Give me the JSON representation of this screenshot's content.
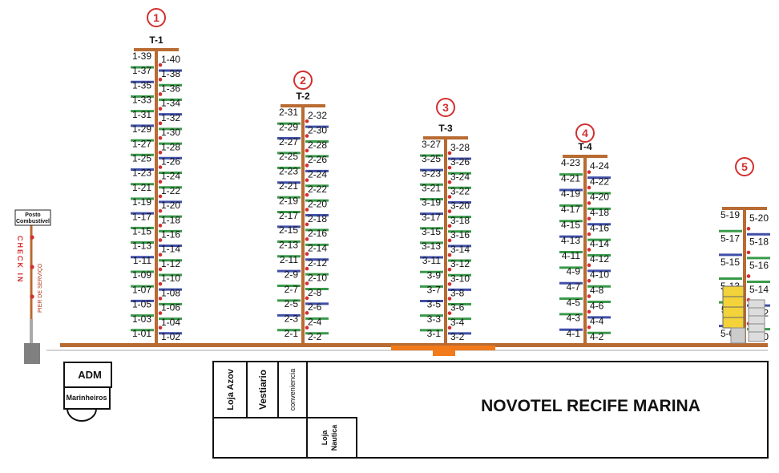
{
  "colors": {
    "pier": "#b86b33",
    "dot": "#d32f2f",
    "slip_green": "#3a9a4a",
    "slip_blue": "#3f4fa8",
    "accent_orange": "#f27a1a",
    "box_yellow": "#f3d23a"
  },
  "piers": [
    {
      "number": "1",
      "title": "T-1",
      "left": [
        "1-39",
        "1-37",
        "1-35",
        "1-33",
        "1-31",
        "1-29",
        "1-27",
        "1-25",
        "1-23",
        "1-21",
        "1-19",
        "1-17",
        "1-15",
        "1-13",
        "1-11",
        "1-09",
        "1-07",
        "1-05",
        "1-03",
        "1-01"
      ],
      "right": [
        "1-40",
        "1-38",
        "1-36",
        "1-34",
        "1-32",
        "1-30",
        "1-28",
        "1-26",
        "1-24",
        "1-22",
        "1-20",
        "1-18",
        "1-16",
        "1-14",
        "1-12",
        "1-10",
        "1-08",
        "1-06",
        "1-04",
        "1-02"
      ]
    },
    {
      "number": "2",
      "title": "T-2",
      "left": [
        "2-31",
        "2-29",
        "2-27",
        "2-25",
        "2-23",
        "2-21",
        "2-19",
        "2-17",
        "2-15",
        "2-13",
        "2-11",
        "2-9",
        "2-7",
        "2-5",
        "2-3",
        "2-1"
      ],
      "right": [
        "2-32",
        "2-30",
        "2-28",
        "2-26",
        "2-24",
        "2-22",
        "2-20",
        "2-18",
        "2-16",
        "2-14",
        "2-12",
        "2-10",
        "2-8",
        "2-6",
        "2-4",
        "2-2"
      ]
    },
    {
      "number": "3",
      "title": "T-3",
      "left": [
        "3-27",
        "3-25",
        "3-23",
        "3-21",
        "3-19",
        "3-17",
        "3-15",
        "3-13",
        "3-11",
        "3-9",
        "3-7",
        "3-5",
        "3-3",
        "3-1"
      ],
      "right": [
        "3-28",
        "3-26",
        "3-24",
        "3-22",
        "3-20",
        "3-18",
        "3-16",
        "3-14",
        "3-12",
        "3-10",
        "3-8",
        "3-6",
        "3-4",
        "3-2"
      ]
    },
    {
      "number": "4",
      "title": "T-4",
      "left": [
        "4-23",
        "4-21",
        "4-19",
        "4-17",
        "4-15",
        "4-13",
        "4-11",
        "4-9",
        "4-7",
        "4-5",
        "4-3",
        "4-1"
      ],
      "right": [
        "4-24",
        "4-22",
        "4-20",
        "4-18",
        "4-16",
        "4-14",
        "4-12",
        "4-10",
        "4-8",
        "4-6",
        "4-4",
        "4-2"
      ]
    },
    {
      "number": "5",
      "title": "",
      "left": [
        "5-19",
        "5-17",
        "5-15",
        "5-13",
        "5-11",
        "5-09"
      ],
      "right": [
        "5-20",
        "5-18",
        "5-16",
        "5-14",
        "5-12",
        "5-10"
      ]
    }
  ],
  "fuel_dock": {
    "sign_line1": "Posto",
    "sign_line2": "Combustível",
    "check_in": "CHECK IN",
    "pier_label": "PIER DE SERVIÇO"
  },
  "buildings": {
    "adm": "ADM",
    "marinheiros": "Marinheiros",
    "loja_azov": "Loja Azov",
    "vestiario": "Vestiario",
    "conveniencia": "conveniencia",
    "loja_nautica_1": "Loja",
    "loja_nautica_2": "Nautica",
    "hotel": "NOVOTEL RECIFE MARINA"
  }
}
